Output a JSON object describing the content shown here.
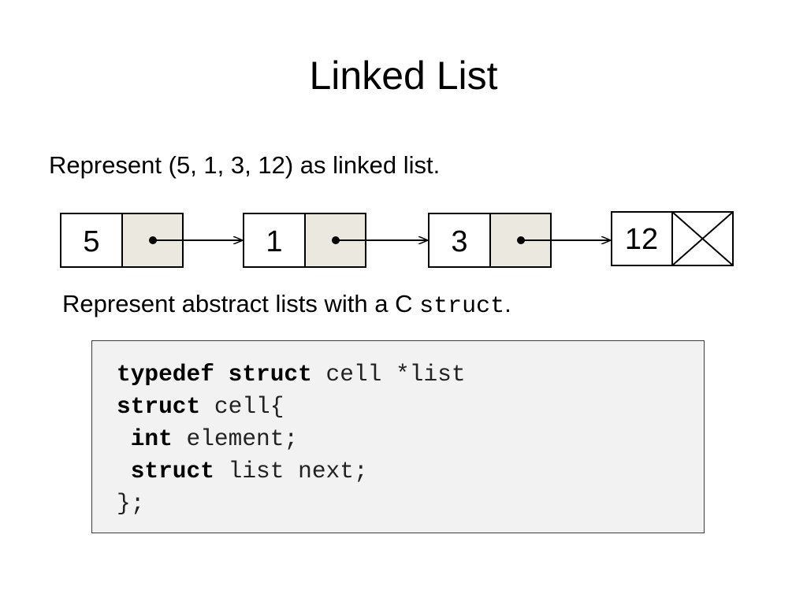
{
  "slide": {
    "title": "Linked List",
    "intro": "Represent (5, 1, 3, 12) as linked list.",
    "struct_text_before": "Represent abstract lists with a C ",
    "struct_keyword": "struct",
    "struct_text_after": "."
  },
  "diagram": {
    "nodes": [
      {
        "value": "5",
        "next": "pointer"
      },
      {
        "value": "1",
        "next": "pointer"
      },
      {
        "value": "3",
        "next": "pointer"
      },
      {
        "value": "12",
        "next": "null"
      }
    ],
    "colors": {
      "pointer_cell": "#ebe9df",
      "border": "#000000"
    }
  },
  "code": {
    "lines": [
      {
        "keyword": "typedef struct",
        "rest": " cell *list"
      },
      {
        "keyword": "struct",
        "rest": " cell{"
      },
      {
        "indent": " ",
        "keyword": "int",
        "rest": " element;"
      },
      {
        "indent": " ",
        "keyword": "struct",
        "rest": " list next;"
      },
      {
        "keyword": "",
        "rest": "};"
      }
    ]
  }
}
